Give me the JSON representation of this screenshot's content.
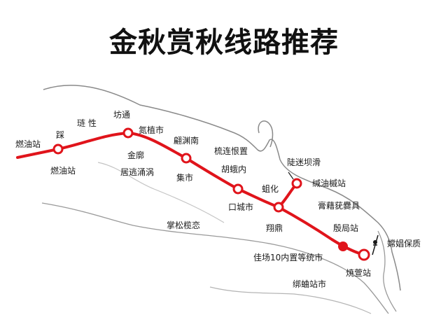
{
  "title": "金秋赏秋线路推荐",
  "colors": {
    "route": "#e0141b",
    "coast": "#8a8a8a",
    "text": "#1a1a1a",
    "background": "#ffffff"
  },
  "labels": {
    "l01": "燃油站",
    "l02": "踩",
    "l03": "燃油站",
    "l04": "琏 性",
    "l05": "坊通",
    "l06": "氮植市",
    "l07": "金廓",
    "l08": "居逃涌涡",
    "l09": "翩渊南",
    "l10": "集市",
    "l11": "梳连恨置",
    "l12": "胡蛾内",
    "l13": "陡迷坝滑",
    "l14": "蛆化",
    "l15": "口城市",
    "l16": "缄油槭站",
    "l17": "膏藉莸爨具",
    "l18": "掌松榄恋",
    "l19": "翔鼎",
    "l20": "殷局站",
    "l21": "嫦娼保质",
    "l22": "佳场10内置等统市",
    "l23": "焼萱站",
    "l24": "绑蛐站市"
  }
}
